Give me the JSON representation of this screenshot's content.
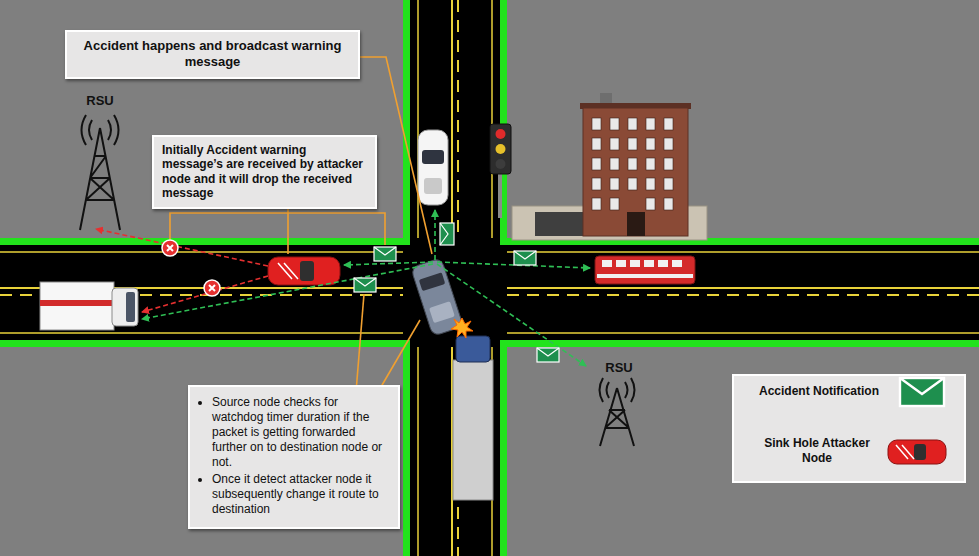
{
  "diagram": {
    "nodes": [
      {
        "text": [
          "Accident happens and broadcast warning message"
        ]
      },
      {
        "text": [
          "Initially Accident warning message’s are received by attacker node and it will drop the received message"
        ]
      },
      {
        "text": [
          "Source node checks for watchdog timer duration if the packet is getting forwarded further on to destination node or not.",
          "Once it detect attacker node it subsequently change it route to destination"
        ]
      }
    ],
    "labels": [
      "RSU",
      "RSU"
    ],
    "legend": [
      {
        "text": "Accident Notification"
      },
      {
        "text": "Sink Hole Attacker Node"
      }
    ]
  }
}
